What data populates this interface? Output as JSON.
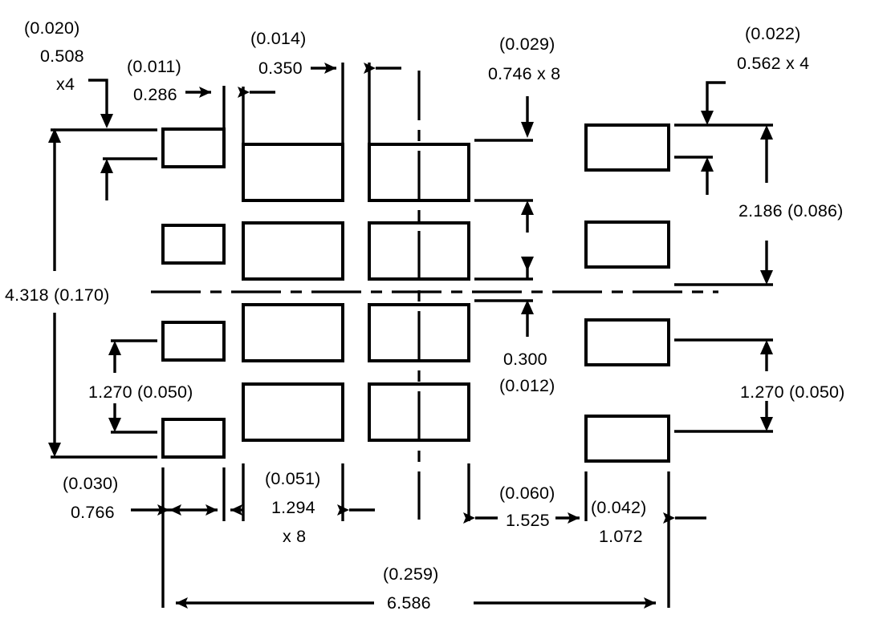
{
  "drawing": {
    "type": "pcb-land-pattern-dimension-drawing",
    "units_note": "millimeters with inches in parentheses",
    "stroke_color": "#000000",
    "background_color": "#ffffff"
  },
  "dimensions": {
    "top_left_pad_height": {
      "metric": "0.508",
      "imperial": "(0.020)",
      "qty": "x4"
    },
    "top_left_pad_width": {
      "metric": "0.286",
      "imperial": "(0.011)"
    },
    "top_inner_gap": {
      "metric": "0.350",
      "imperial": "(0.014)"
    },
    "top_center_pad_pitch": {
      "metric": "0.746 x 8",
      "imperial": "(0.029)"
    },
    "top_right_pad_height": {
      "metric": "0.562 x 4",
      "imperial": "(0.022)"
    },
    "right_outer_span": {
      "metric": "2.186",
      "imperial": "(0.086)"
    },
    "left_overall_height": {
      "metric": "4.318",
      "imperial": "(0.170)"
    },
    "left_pad_pitch": {
      "metric": "1.270",
      "imperial": "(0.050)"
    },
    "right_pad_pitch": {
      "metric": "1.270",
      "imperial": "(0.050)"
    },
    "center_gap": {
      "metric": "0.300",
      "imperial": "(0.012)"
    },
    "bottom_left_offset": {
      "metric": "0.766",
      "imperial": "(0.030)"
    },
    "bottom_center_pitch": {
      "metric": "1.294",
      "imperial": "(0.051)",
      "qty": "x 8"
    },
    "bottom_right_offset": {
      "metric": "1.525",
      "imperial": "(0.060)"
    },
    "bottom_far_right": {
      "metric": "1.072",
      "imperial": "(0.042)"
    },
    "overall_width": {
      "metric": "6.586",
      "imperial": "(0.259)"
    }
  },
  "labels": {
    "top_left": {
      "line1": "(0.020)",
      "line2": "0.508",
      "line3": "x4"
    },
    "top_left_small": {
      "line1": "(0.011)",
      "line2": "0.286"
    },
    "top_mid": {
      "line1": "(0.014)",
      "line2": "0.350"
    },
    "top_center": {
      "line1": "(0.029)",
      "line2": "0.746 x 8"
    },
    "top_right": {
      "line1": "(0.022)",
      "line2": "0.562 x 4"
    },
    "right_span": {
      "line1": "2.186 (0.086)"
    },
    "left_overall": {
      "line1": "4.318 (0.170)"
    },
    "left_pitch": {
      "line1": "1.270  (0.050)"
    },
    "right_pitch": {
      "line1": "1.270 (0.050)"
    },
    "center_gap": {
      "line1": "0.300",
      "line2": "(0.012)"
    },
    "bottom_left": {
      "line1": "(0.030)",
      "line2": "0.766"
    },
    "bottom_center": {
      "line1": "(0.051)",
      "line2": "1.294",
      "line3": "x 8"
    },
    "bottom_right": {
      "line1": "(0.060)",
      "line2": "1.525"
    },
    "bottom_far_right": {
      "line1": "(0.042)",
      "line2": "1.072"
    },
    "overall": {
      "line1": "(0.259)",
      "line2": "6.586"
    }
  },
  "pads": {
    "left_small_count": 4,
    "right_small_count": 4,
    "center_large_count": 8,
    "left_small_width": 76,
    "left_small_height": 47,
    "center_large_width": 124,
    "center_large_height": 70,
    "right_small_width": 103,
    "right_small_height": 56
  }
}
